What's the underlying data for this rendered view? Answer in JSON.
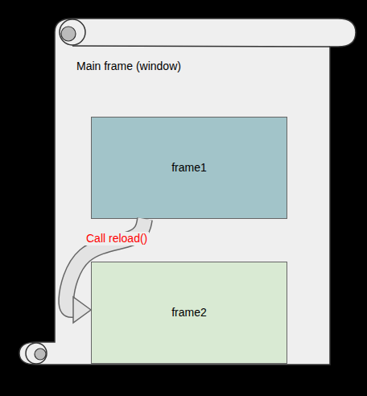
{
  "diagram": {
    "nodes": [
      {
        "text": [
          "Main frame (window)"
        ]
      },
      {
        "text": [
          "frame1"
        ],
        "in": 0
      },
      {
        "text": [
          "frame2"
        ],
        "in": 0
      }
    ],
    "edges": [
      {
        "from": 1,
        "to": 2,
        "arrow": "to",
        "label": "Call reload()"
      }
    ]
  }
}
